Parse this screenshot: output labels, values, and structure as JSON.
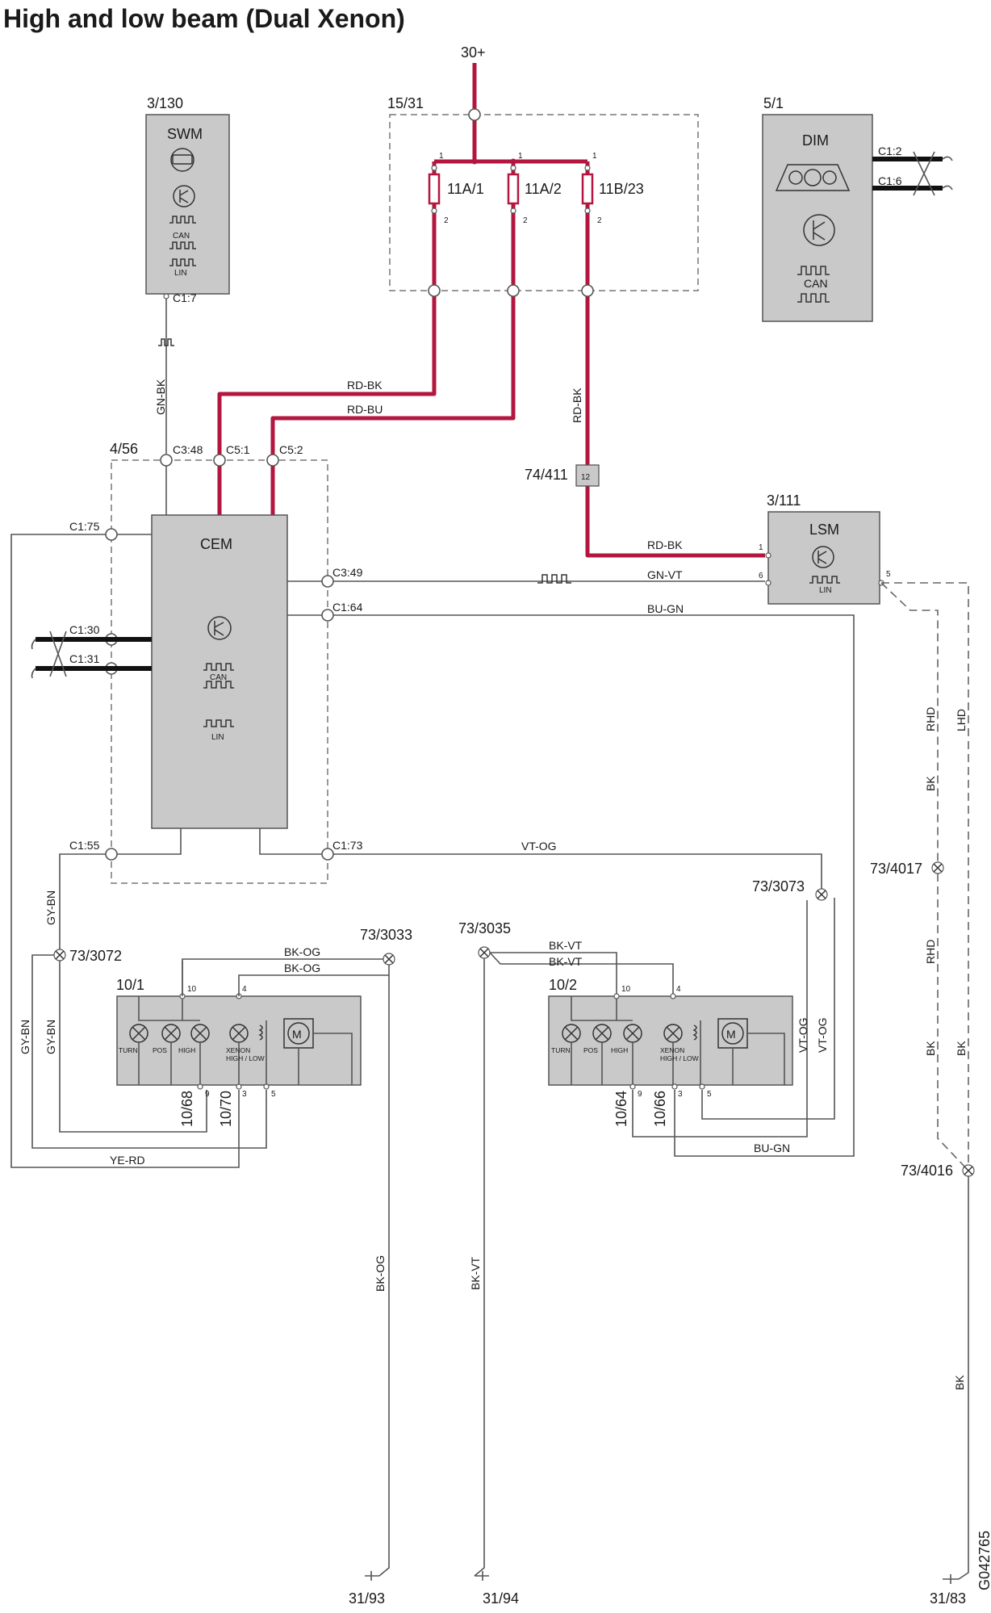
{
  "title": "High and low beam (Dual Xenon)",
  "figure_id": "G042765",
  "supply": "30+",
  "fusebox": {
    "id": "15/31",
    "fuses": [
      "11A/1",
      "11A/2",
      "11B/23"
    ],
    "pin_in": "1",
    "pin_out": "2"
  },
  "swm": {
    "id": "3/130",
    "name": "SWM",
    "can": "CAN",
    "lin": "LIN",
    "connector": "C1:7"
  },
  "dim": {
    "id": "5/1",
    "name": "DIM",
    "can": "CAN",
    "c1": "C1:2",
    "c2": "C1:6"
  },
  "cem": {
    "id": "4/56",
    "name": "CEM",
    "can": "CAN",
    "lin": "LIN",
    "connectors": {
      "c348": "C3:48",
      "c51": "C5:1",
      "c52": "C5:2",
      "c175": "C1:75",
      "c130": "C1:30",
      "c131": "C1:31",
      "c349": "C3:49",
      "c164": "C1:64",
      "c155": "C1:55",
      "c173": "C1:73"
    }
  },
  "lsm": {
    "id": "3/111",
    "name": "LSM",
    "lin": "LIN",
    "pin1": "1",
    "pin6": "6",
    "pin5": "5"
  },
  "connector_74": {
    "id": "74/411",
    "pin": "12"
  },
  "wires": {
    "gnbk": "GN-BK",
    "rdbk": "RD-BK",
    "rdbu": "RD-BU",
    "gnvt": "GN-VT",
    "bugn": "BU-GN",
    "vtog": "VT-OG",
    "gybn": "GY-BN",
    "bkog": "BK-OG",
    "bkvt": "BK-VT",
    "yerd": "YE-RD",
    "bk": "BK",
    "rhd": "RHD",
    "lhd": "LHD"
  },
  "splices": {
    "s3072": "73/3072",
    "s3033": "73/3033",
    "s3035": "73/3035",
    "s3073": "73/3073",
    "s4017": "73/4017",
    "s4016": "73/4016"
  },
  "headlamp_left": {
    "id": "10/1",
    "lamps": [
      "TURN",
      "POS",
      "HIGH"
    ],
    "xenon": "XENON",
    "xenon_sub": "HIGH / LOW",
    "pins": {
      "p10": "10",
      "p4": "4",
      "p9": "9",
      "p3": "3",
      "p5": "5"
    },
    "c1": "10/68",
    "c2": "10/70"
  },
  "headlamp_right": {
    "id": "10/2",
    "lamps": [
      "TURN",
      "POS",
      "HIGH"
    ],
    "xenon": "XENON",
    "xenon_sub": "HIGH / LOW",
    "pins": {
      "p10": "10",
      "p4": "4",
      "p9": "9",
      "p3": "3",
      "p5": "5"
    },
    "c1": "10/64",
    "c2": "10/66"
  },
  "grounds": {
    "g93": "31/93",
    "g94": "31/94",
    "g83": "31/83"
  },
  "colors": {
    "supply": "#b3163e",
    "module": "#c9c9c9",
    "wire": "#555555"
  }
}
